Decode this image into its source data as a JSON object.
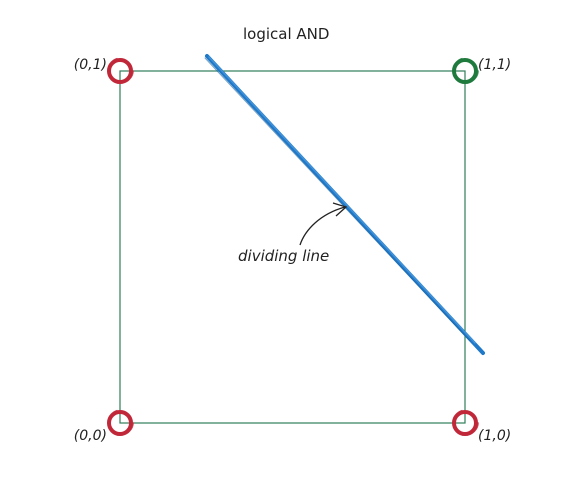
{
  "title": "logical AND",
  "annotation": "dividing line",
  "points": [
    {
      "label": "(0,1)",
      "x": 0,
      "y": 1,
      "color": "#c0283a"
    },
    {
      "label": "(1,1)",
      "x": 1,
      "y": 1,
      "color": "#1f7a3d"
    },
    {
      "label": "(0,0)",
      "x": 0,
      "y": 0,
      "color": "#c0283a"
    },
    {
      "label": "(1,0)",
      "x": 1,
      "y": 0,
      "color": "#c0283a"
    }
  ],
  "colors": {
    "square": "#2e7d5b",
    "dividing_line": "#1f78c8",
    "arrow": "#222222",
    "false_point": "#c0283a",
    "true_point": "#1f7a3d"
  }
}
